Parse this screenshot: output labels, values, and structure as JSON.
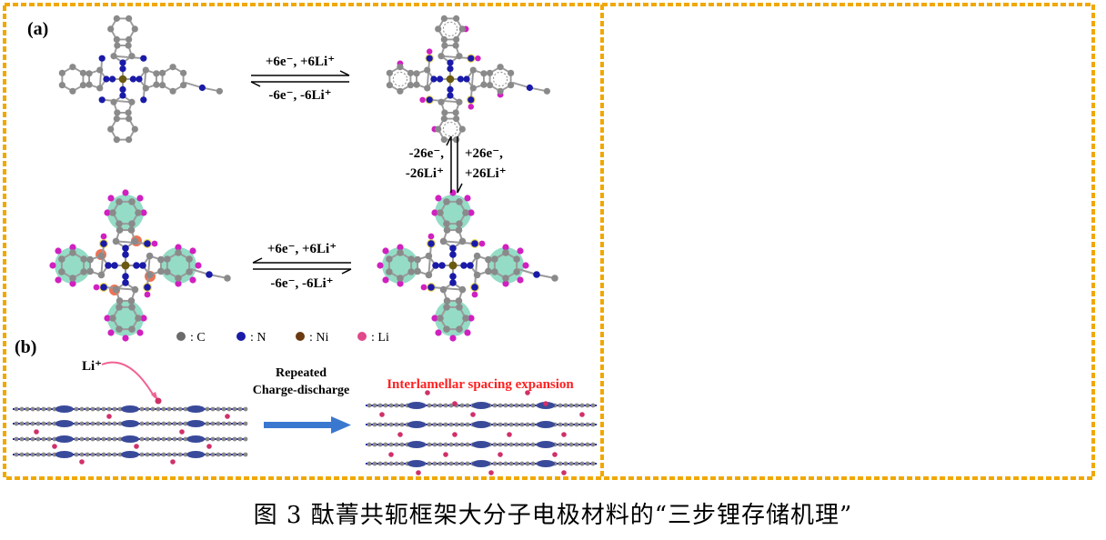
{
  "panels": {
    "a_label": "(a)",
    "b_label": "(b)"
  },
  "reactions": {
    "top_forward": "+6e⁻, +6Li⁺",
    "top_backward": "-6e⁻, -6Li⁺",
    "right_left_line1": "-26e⁻,",
    "right_left_line2": "-26Li⁺",
    "right_right_line1": "+26e⁻,",
    "right_right_line2": "+26Li⁺",
    "bottom_forward": "+6e⁻, +6Li⁺",
    "bottom_backward": "-6e⁻, -6Li⁺"
  },
  "legend": [
    {
      "symbol": "●",
      "label": ": C",
      "color": "#6b6b6b"
    },
    {
      "symbol": "●",
      "label": ": N",
      "color": "#1a1aa8"
    },
    {
      "symbol": "●",
      "label": ": Ni",
      "color": "#6b3a10"
    },
    {
      "symbol": "●",
      "label": ": Li",
      "color": "#e0488a"
    }
  ],
  "panel_b": {
    "li_label": "Li⁺",
    "process_line1": "Repeated",
    "process_line2": "Charge-discharge",
    "result_label": "Interlamellar spacing expansion"
  },
  "colors": {
    "frame": "#f0a800",
    "carbon": "#8a8a8a",
    "nitrogen": "#1a1aa8",
    "nickel": "#6b5a10",
    "lithium": "#d020c0",
    "lithium_dot": "#d0306a",
    "arrow_blue": "#3a78d0",
    "highlight_green": "#3dbf95",
    "highlight_yellow": "#e6d23a",
    "highlight_red": "#e8502a",
    "expansion_text": "#ff2020"
  },
  "caption": "图 3  酞菁共轭框架大分子电极材料的“三步锂存储机理”"
}
